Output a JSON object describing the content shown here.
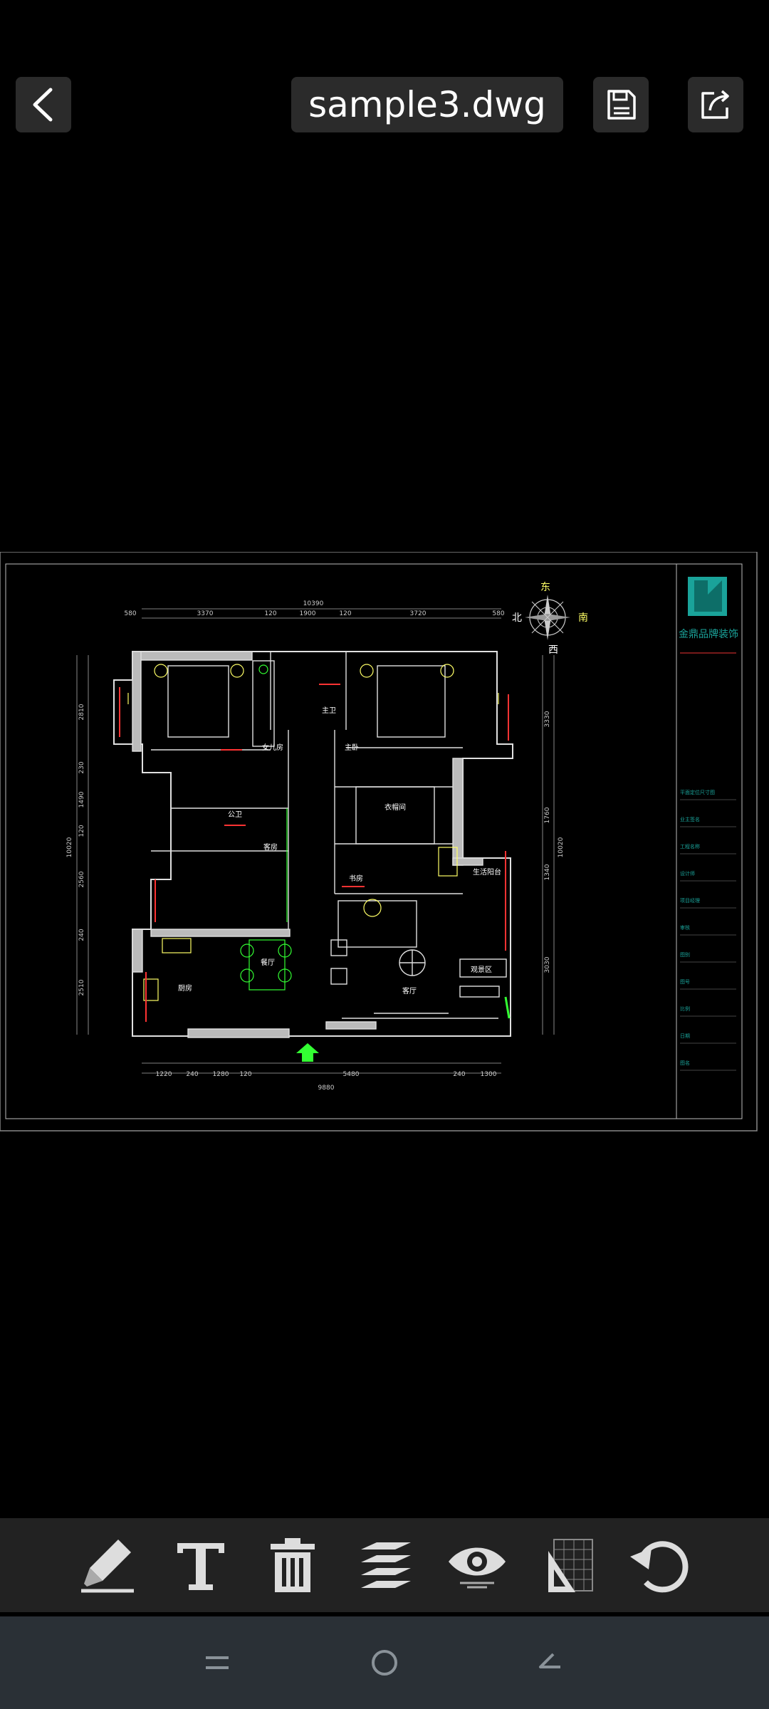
{
  "header": {
    "title": "sample3.dwg",
    "back_icon": "chevron-left-icon",
    "save_icon": "save-icon",
    "share_icon": "share-icon"
  },
  "drawing": {
    "total_width_dim": "10390",
    "top_dims": [
      "580",
      "3370",
      "120",
      "1900",
      "120",
      "3720",
      "580"
    ],
    "bottom_dims": [
      "1220",
      "240",
      "1280",
      "120",
      "5480",
      "240",
      "1300"
    ],
    "bottom_total_dim": "9880",
    "left_dims": [
      "2810",
      "230",
      "1490",
      "120",
      "2560",
      "240",
      "2510"
    ],
    "left_total_dim": "10020",
    "right_dims": [
      "3330",
      "1760",
      "1340",
      "3030"
    ],
    "right_total_dim": "10020",
    "compass": {
      "north": "北",
      "south": "南",
      "east": "东",
      "west": "西"
    },
    "rooms": {
      "r1": "女儿房",
      "r2": "主卧",
      "r3": "主卫",
      "r4": "公卫",
      "r5": "客房",
      "r6": "厨房",
      "r7": "餐厅",
      "r8": "客厅",
      "r9": "书房",
      "r10": "衣帽间",
      "r11": "生活阳台",
      "r12": "观景区"
    },
    "colors": {
      "wall": "#dddddd",
      "line": "#e0e0e0",
      "furniture": "#ffff66",
      "accent_green": "#33ff33",
      "dimension": "#cccccc",
      "title_block_accent": "#1aa39a",
      "red": "#ff3333"
    }
  },
  "titleblock": {
    "logo_text": "金鼎品牌装饰",
    "fields": [
      "平面定位尺寸图",
      "业主签名",
      "工程名称",
      "设计师",
      "项目经理",
      "审核",
      "图别",
      "图号",
      "比例",
      "日期",
      "图名"
    ]
  },
  "toolbar": {
    "items": [
      {
        "name": "pen-tool",
        "icon": "pencil-icon"
      },
      {
        "name": "text-tool",
        "icon": "text-icon"
      },
      {
        "name": "delete-tool",
        "icon": "trash-icon"
      },
      {
        "name": "layers-tool",
        "icon": "layers-icon"
      },
      {
        "name": "view-tool",
        "icon": "eye-icon"
      },
      {
        "name": "measure-tool",
        "icon": "ruler-triangle-icon"
      },
      {
        "name": "undo-tool",
        "icon": "undo-icon"
      }
    ]
  },
  "navbar": {
    "icons": [
      "menu-icon",
      "home-circle-icon",
      "back-icon"
    ]
  }
}
